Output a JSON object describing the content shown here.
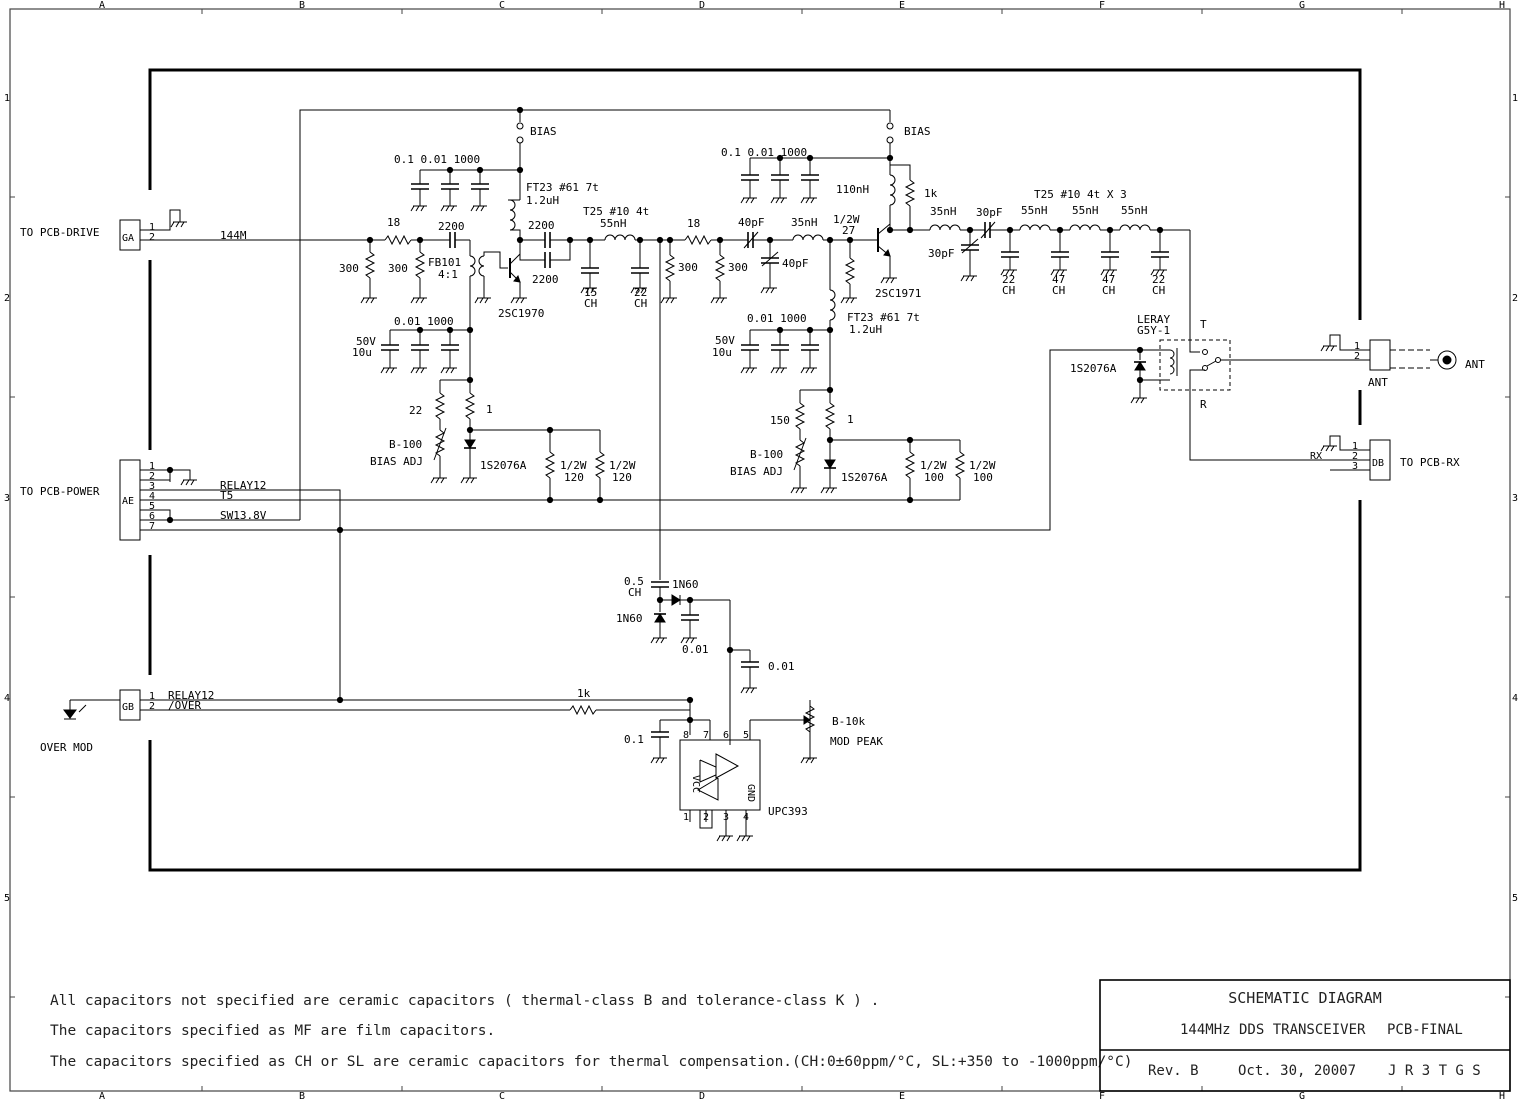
{
  "border": {
    "columns": [
      "A",
      "B",
      "C",
      "D",
      "E",
      "F",
      "G",
      "H"
    ],
    "rows": [
      "1",
      "2",
      "3",
      "4",
      "5"
    ]
  },
  "connectors": {
    "ga": {
      "id": "GA",
      "label": "TO PCB-DRIVE",
      "pins": [
        "1",
        "2"
      ],
      "net2": "144M"
    },
    "ae": {
      "id": "AE",
      "label": "TO PCB-POWER",
      "pins": [
        "1",
        "2",
        "3",
        "4",
        "5",
        "6",
        "7"
      ],
      "net3": "RELAY12",
      "net4": "T5",
      "net6": "SW13.8V"
    },
    "gb": {
      "id": "GB",
      "label": "OVER MOD",
      "pins": [
        "1",
        "2"
      ],
      "net1": "RELAY12",
      "net2": "/OVER"
    },
    "ant": {
      "label": "ANT",
      "pins": [
        "1",
        "2"
      ],
      "jack": "ANT"
    },
    "db": {
      "id": "DB",
      "label": "TO PCB-RX",
      "pins": [
        "1",
        "2",
        "3"
      ],
      "net": "RX"
    }
  },
  "stage1": {
    "bias": "BIAS",
    "caps": "0.1 0.01 1000",
    "choke_a": "FT23 #61 7t",
    "choke_b": "1.2uH",
    "r18": "18",
    "c2200a": "2200",
    "r300a": "300",
    "r300b": "300",
    "fb_a": "FB101",
    "fb_b": "4:1",
    "c2200b": "2200",
    "c2200c": "2200",
    "transistor": "2SC1970",
    "t25_a": "T25 #10 4t",
    "t25_b": "55nH",
    "c15": "15",
    "ch1": "CH",
    "c22": "22",
    "ch2": "CH",
    "pwr_caps": "0.01 1000",
    "v50": "50V",
    "u10": "10u",
    "r22": "22",
    "r1": "1",
    "badj": "B-100",
    "badj2": "BIAS ADJ",
    "diode": "1S2076A",
    "rw1": "1/2W",
    "r120a": "120",
    "rw2": "1/2W",
    "r120b": "120"
  },
  "stage2": {
    "r18": "18",
    "r300": "300",
    "r300b": "300",
    "c40a": "40pF",
    "c40b": "40pF",
    "l35": "35nH",
    "rw": "1/2W",
    "r27": "27",
    "bias": "BIAS",
    "caps": "0.1 0.01 1000",
    "l110": "110nH",
    "r1k": "1k",
    "transistor": "2SC1971",
    "choke_a": "FT23 #61 7t",
    "choke_b": "1.2uH",
    "pwr_caps": "0.01 1000",
    "v50": "50V",
    "u10": "10u",
    "r150": "150",
    "r1": "1",
    "badj": "B-100",
    "badj2": "BIAS ADJ",
    "diode": "1S2076A",
    "rw1": "1/2W",
    "r100a": "100",
    "rw2": "1/2W",
    "r100b": "100"
  },
  "filter": {
    "title": "T25 #10 4t X 3",
    "l35": "35nH",
    "c30a": "30pF",
    "c30b": "30pF",
    "l55a": "55nH",
    "l55b": "55nH",
    "l55c": "55nH",
    "c22a": "22",
    "cha": "CH",
    "c47a": "47",
    "chb": "CH",
    "c47b": "47",
    "chc": "CH",
    "c22b": "22",
    "chd": "CH"
  },
  "relay": {
    "a": "LERAY",
    "b": "G5Y-1",
    "t": "T",
    "r": "R",
    "diode": "1S2076A"
  },
  "detector": {
    "c05": "0.5",
    "ch": "CH",
    "d1": "1N60",
    "d2": "1N60",
    "c001a": "0.01",
    "c001b": "0.01",
    "r1k": "1k",
    "c01": "0.1",
    "pot": "B-10k",
    "pot2": "MOD PEAK",
    "ic": "UPC393",
    "vcc": "VCC",
    "gnd": "GND",
    "pins": [
      "1",
      "2",
      "3",
      "4",
      "5",
      "6",
      "7",
      "8"
    ]
  },
  "notes": [
    "All capacitors not specified are ceramic capacitors ( thermal-class B and tolerance-class K ) .",
    "The capacitors specified as MF are film capacitors.",
    "The capacitors specified as CH or SL are ceramic capacitors for thermal compensation.(CH:0±60ppm/°C,  SL:+350 to -1000ppm/°C)"
  ],
  "title_block": {
    "title": "SCHEMATIC DIAGRAM",
    "project": "144MHz DDS TRANSCEIVER",
    "board": "PCB-FINAL",
    "rev": "Rev. B",
    "date": "Oct. 30, 20007",
    "author": "J R 3 T G S"
  }
}
